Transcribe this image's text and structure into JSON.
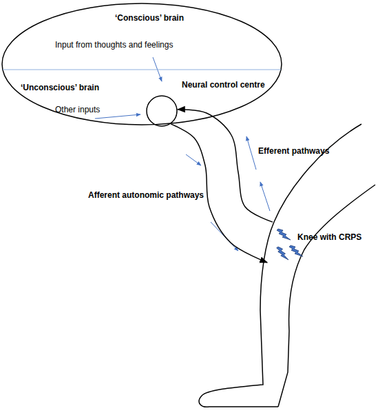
{
  "diagram": {
    "nodes": [
      {
        "text": [
          "‘Conscious’ brain",
          "Input from thoughts and feelings",
          "‘Unconscious’ brain",
          "Other inputs"
        ]
      },
      {
        "text": [
          "Neural control centre"
        ],
        "in": 0
      },
      {
        "text": [
          "Knee with CRPS"
        ]
      }
    ],
    "edges": [
      {
        "from": 1,
        "to": 2,
        "arrow": "to",
        "label": "Afferent autonomic pathways"
      },
      {
        "from": 2,
        "to": 1,
        "arrow": "to",
        "label": "Efferent pathways"
      }
    ]
  }
}
